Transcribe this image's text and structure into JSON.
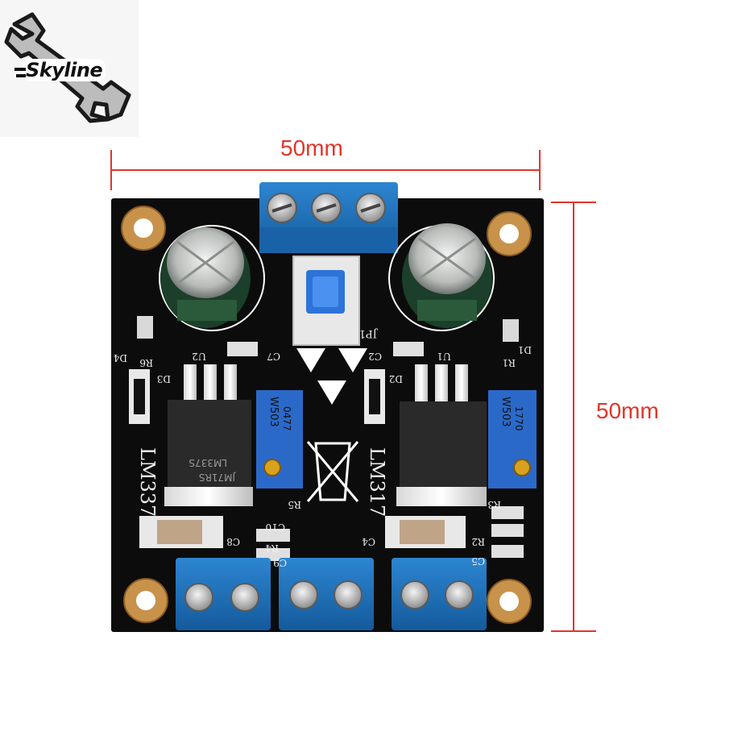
{
  "brand": {
    "name": "Skyline"
  },
  "dimensions": {
    "width_label": "50mm",
    "height_label": "50mm"
  },
  "board": {
    "colors": {
      "pcb": "#0d0d0d",
      "terminal": "#1d6fb8",
      "dimension": "#e0352b",
      "pad": "#c8924a",
      "capacitor": "#1b3f2a"
    },
    "silkscreen": {
      "left_regulator": "LM337",
      "right_regulator": "LM317",
      "left_chip_marking": "JM71RS",
      "left_chip_code": "LM337S",
      "trimmer_marking": "W503",
      "trimmer_code_left": "0477",
      "trimmer_code_right": "1770",
      "jumper": "JP1",
      "cap_c10": "C10",
      "cap_c8": "C8",
      "cap_c9": "C9",
      "cap_c7": "C7",
      "cap_c2": "C2",
      "cap_c4": "C4",
      "cap_c5": "C5",
      "u2": "U2",
      "u1": "U1",
      "d3": "D3",
      "d2": "D2",
      "d4": "D4",
      "d1": "D1",
      "r4": "R4",
      "r5": "R5",
      "r6": "R6",
      "r1": "R1",
      "r2": "R2",
      "r3": "R3"
    }
  }
}
